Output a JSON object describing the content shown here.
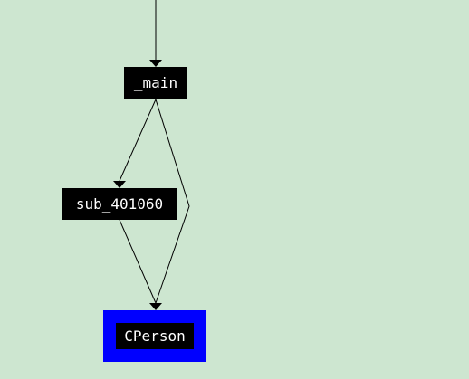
{
  "graph": {
    "nodes": [
      {
        "id": "main",
        "label": "_main",
        "selected": false
      },
      {
        "id": "sub_401060",
        "label": "sub_401060",
        "selected": false
      },
      {
        "id": "CPerson",
        "label": "CPerson",
        "selected": true
      }
    ],
    "edges": [
      {
        "from": "entry",
        "to": "main"
      },
      {
        "from": "main",
        "to": "sub_401060"
      },
      {
        "from": "main",
        "to": "CPerson"
      },
      {
        "from": "sub_401060",
        "to": "CPerson"
      }
    ]
  },
  "colors": {
    "background": "#cde6d0",
    "node_fill": "#000000",
    "node_text": "#ffffff",
    "selected_frame": "#0000ff",
    "edge": "#000000"
  }
}
